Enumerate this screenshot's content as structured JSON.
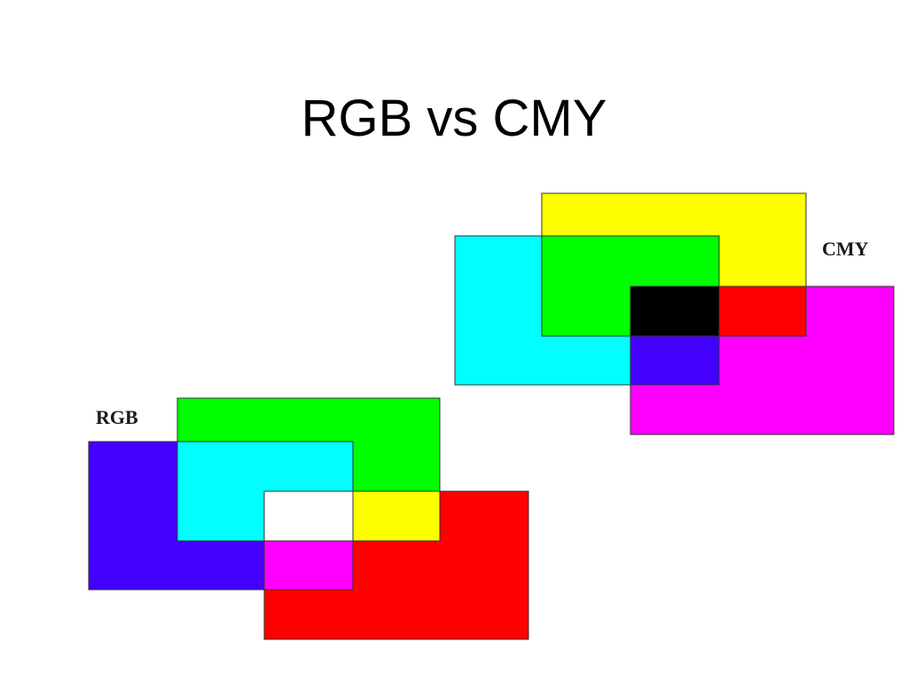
{
  "slide": {
    "title": "RGB vs CMY"
  },
  "diagrams": {
    "rgb": {
      "label": "RGB",
      "colors": {
        "blue": "#4400ff",
        "green": "#00ff00",
        "red": "#ff0000",
        "cyan": "#00ffff",
        "yellow": "#ffff00",
        "magenta": "#ff00ff",
        "white": "#ffffff"
      }
    },
    "cmy": {
      "label": "CMY",
      "colors": {
        "cyan": "#00ffff",
        "yellow": "#ffff00",
        "magenta": "#ff00ff",
        "green": "#00ff00",
        "red": "#ff0000",
        "blue": "#4400ff",
        "black": "#000000"
      }
    }
  }
}
